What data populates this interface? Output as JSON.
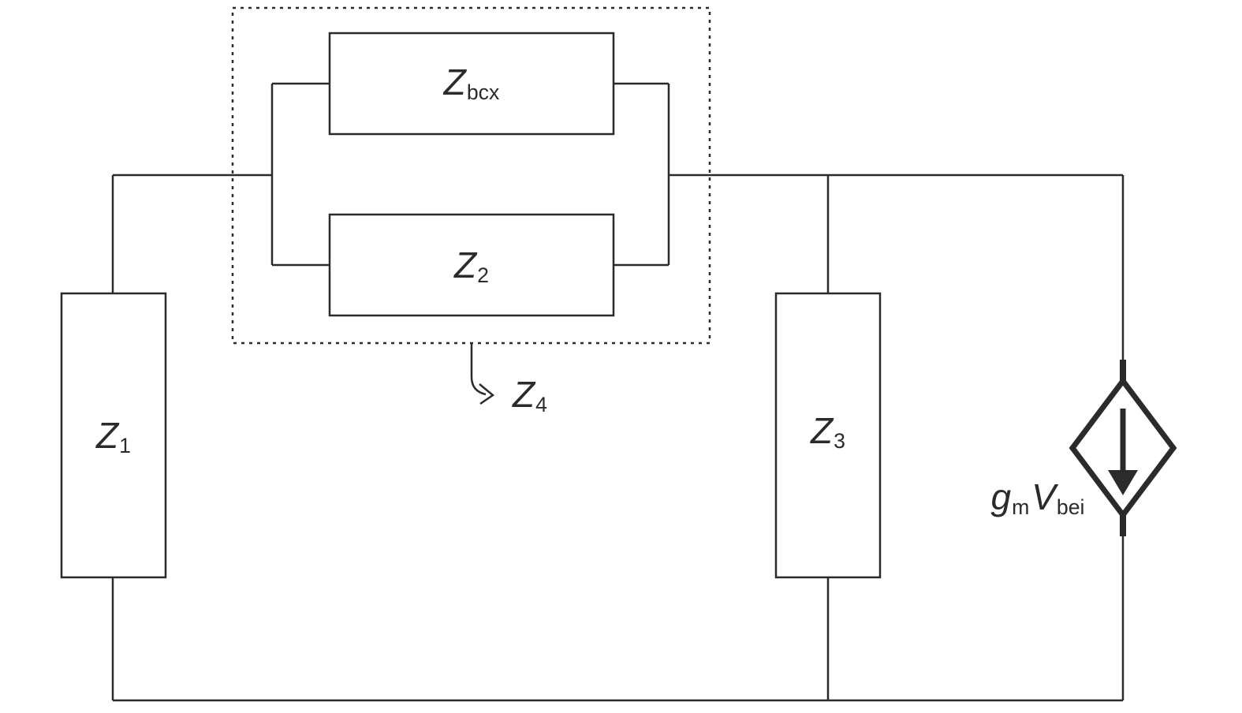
{
  "colors": {
    "line": "#2b2b2b",
    "background": "#ffffff"
  },
  "labels": {
    "z1": {
      "base": "Z",
      "sub": "1"
    },
    "z2": {
      "base": "Z",
      "sub": "2"
    },
    "z3": {
      "base": "Z",
      "sub": "3"
    },
    "z4": {
      "base": "Z",
      "sub": "4"
    },
    "zbcx": {
      "base": "Z",
      "sub": "bcx"
    },
    "current_source": {
      "term1_base": "g",
      "term1_sub": "m",
      "term2_base": "V",
      "term2_sub": "bei"
    }
  }
}
